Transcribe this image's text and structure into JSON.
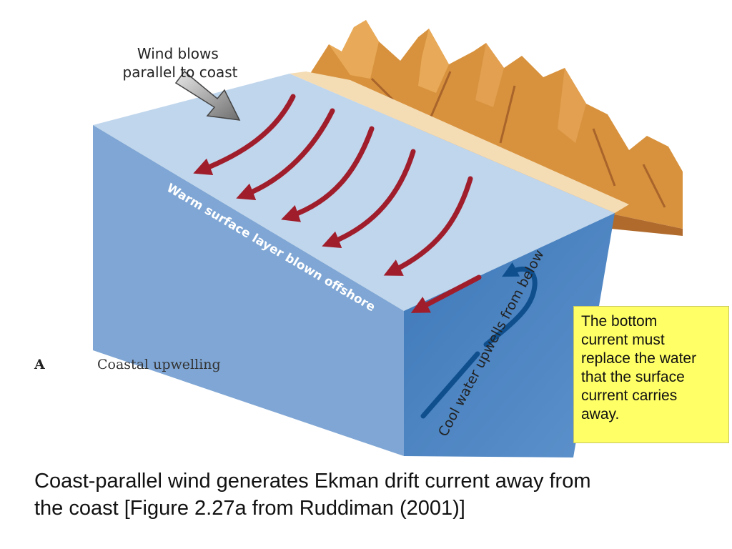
{
  "labels": {
    "wind": [
      "Wind blows",
      "parallel to coast"
    ],
    "surface_layer": "Warm surface layer blown offshore",
    "upwelling": "Cool water upwells from below",
    "panel_letter": "A",
    "panel_title": "Coastal upwelling"
  },
  "note": {
    "lines": [
      "The bottom",
      "current must",
      "replace the water",
      "that the surface",
      "current carries",
      "away."
    ]
  },
  "caption": {
    "lines": [
      "Coast-parallel wind generates Ekman drift current away from",
      "the coast [Figure 2.27a from Ruddiman (2001)]"
    ]
  },
  "colors": {
    "ocean_top": "#c0d6ec",
    "ocean_front": "#7fa6d4",
    "ocean_side": "#4e85c0",
    "beach": "#f4dcb4",
    "mountain": "#d8923e",
    "surface_arrow": "#a01e2c",
    "upwelling_arrow": "#0f4f8e",
    "wind_arrow": "#9a9a9a",
    "note_bg": "#ffff66"
  },
  "icons": {
    "wind": "gray-wind-arrow",
    "surface": "red-curved-arrows",
    "upwelling": "blue-upwelling-arrow"
  }
}
